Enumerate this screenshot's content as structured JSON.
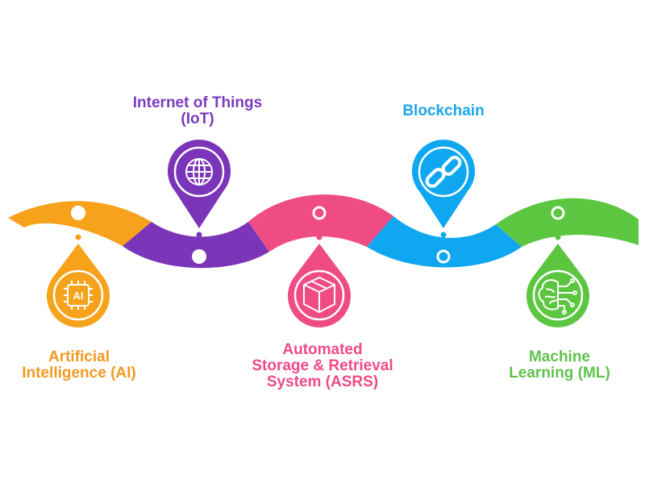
{
  "stages": [
    {
      "id": "ai",
      "label_lines": [
        "Artificial",
        "Intelligence (AI)"
      ],
      "icon": "ai-chip-icon",
      "icon_text": "AI",
      "color": "#f7a21b",
      "text_color": "#f39a1e"
    },
    {
      "id": "iot",
      "label_lines": [
        "Internet of Things",
        "(IoT)"
      ],
      "icon": "globe-icon",
      "color": "#7b35b8",
      "text_color": "#7a3bbf"
    },
    {
      "id": "asrs",
      "label_lines": [
        "Automated",
        "Storage & Retrieval",
        "System (ASRS)"
      ],
      "icon": "box-icon",
      "color": "#ef4c86",
      "text_color": "#ee4a86"
    },
    {
      "id": "bc",
      "label_lines": [
        "Blockchain"
      ],
      "icon": "chain-link-icon",
      "color": "#0fa8f0",
      "text_color": "#1ba6e8"
    },
    {
      "id": "ml",
      "label_lines": [
        "Machine",
        "Learning (ML)"
      ],
      "icon": "brain-circuit-icon",
      "color": "#5cc640",
      "text_color": "#5fc34c"
    }
  ]
}
